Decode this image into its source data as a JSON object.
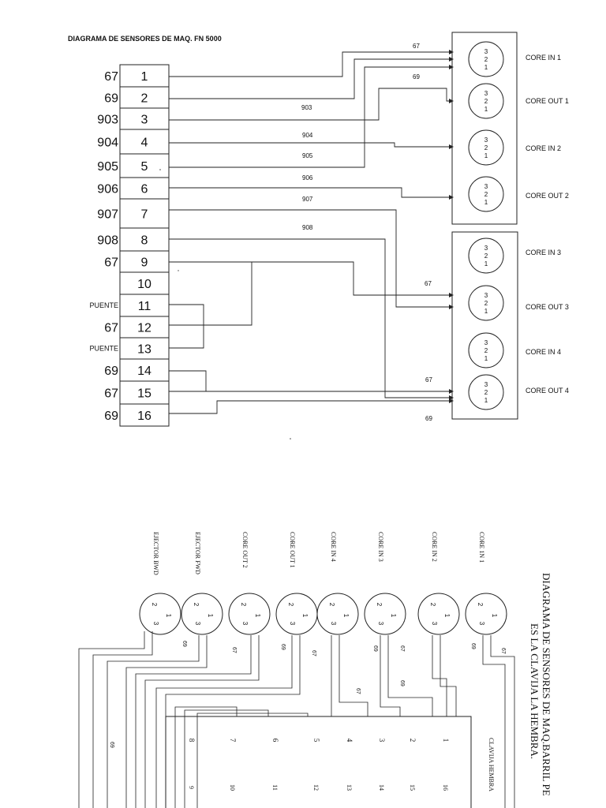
{
  "top_diagram": {
    "title": "DIAGRAMA DE SENSORES DE MAQ. FN 5000",
    "terminal_rows": [
      {
        "wire": "67",
        "pin": "1"
      },
      {
        "wire": "69",
        "pin": "2"
      },
      {
        "wire": "903",
        "pin": "3"
      },
      {
        "wire": "904",
        "pin": "4"
      },
      {
        "wire": "905",
        "pin": "5"
      },
      {
        "wire": "906",
        "pin": "6"
      },
      {
        "wire": "907",
        "pin": "7"
      },
      {
        "wire": "908",
        "pin": "8"
      },
      {
        "wire": "67",
        "pin": "9"
      },
      {
        "wire": "",
        "pin": "10"
      },
      {
        "wire": "PUENTE",
        "pin": "11"
      },
      {
        "wire": "67",
        "pin": "12"
      },
      {
        "wire": "PUENTE",
        "pin": "13"
      },
      {
        "wire": "69",
        "pin": "14"
      },
      {
        "wire": "67",
        "pin": "15"
      },
      {
        "wire": "69",
        "pin": "16"
      }
    ],
    "connectors": [
      {
        "label": "CORE IN 1",
        "pins": [
          "3",
          "2",
          "1"
        ]
      },
      {
        "label": "CORE OUT 1",
        "pins": [
          "3",
          "2",
          "1"
        ]
      },
      {
        "label": "CORE IN 2",
        "pins": [
          "3",
          "2",
          "1"
        ]
      },
      {
        "label": "CORE OUT 2",
        "pins": [
          "3",
          "2",
          "1"
        ]
      },
      {
        "label": "CORE IN 3",
        "pins": [
          "3",
          "2",
          "1"
        ]
      },
      {
        "label": "CORE OUT 3",
        "pins": [
          "3",
          "2",
          "1"
        ]
      },
      {
        "label": "CORE IN 4",
        "pins": [
          "3",
          "2",
          "1"
        ]
      },
      {
        "label": "CORE OUT 4",
        "pins": [
          "3",
          "2",
          "1"
        ]
      }
    ],
    "wire_labels": [
      "67",
      "69",
      "903",
      "904",
      "905",
      "906",
      "907",
      "908",
      "67",
      "67",
      "69"
    ]
  },
  "bottom_diagram": {
    "title_line1": "DIAGRAMA DE SENSORES DE MAQ.BARRIL PE",
    "title_line2": "ES LA CLAVIJA LA HEMBRA.",
    "plug_label": "CLAVIJA HEMBRA",
    "sensors": [
      {
        "label": "EJECTOR BWD",
        "pins": [
          "2",
          "1",
          "3"
        ]
      },
      {
        "label": "EJECTOR FWD",
        "pins": [
          "2",
          "1",
          "3"
        ]
      },
      {
        "label": "CORE OUT 2",
        "pins": [
          "2",
          "1",
          "3"
        ]
      },
      {
        "label": "CORE OUT 1",
        "pins": [
          "2",
          "1",
          "3"
        ]
      },
      {
        "label": "CORE IN 4",
        "pins": [
          "2",
          "1",
          "3"
        ]
      },
      {
        "label": "CORE IN 3",
        "pins": [
          "2",
          "1",
          "3"
        ]
      },
      {
        "label": "CORE IN 2",
        "pins": [
          "2",
          "1",
          "3"
        ]
      },
      {
        "label": "CORE 1N 1",
        "pins": [
          "2",
          "1",
          "3"
        ]
      }
    ],
    "plug_pins_row1": [
      "8",
      "7",
      "6",
      "5",
      "4",
      "3",
      "2",
      "1"
    ],
    "plug_pins_row2": [
      "9",
      "10",
      "11",
      "12",
      "13",
      "14",
      "15",
      "16"
    ],
    "wire_labels": [
      "69",
      "69",
      "67",
      "67",
      "69",
      "67",
      "69",
      "67",
      "69",
      "67"
    ]
  }
}
